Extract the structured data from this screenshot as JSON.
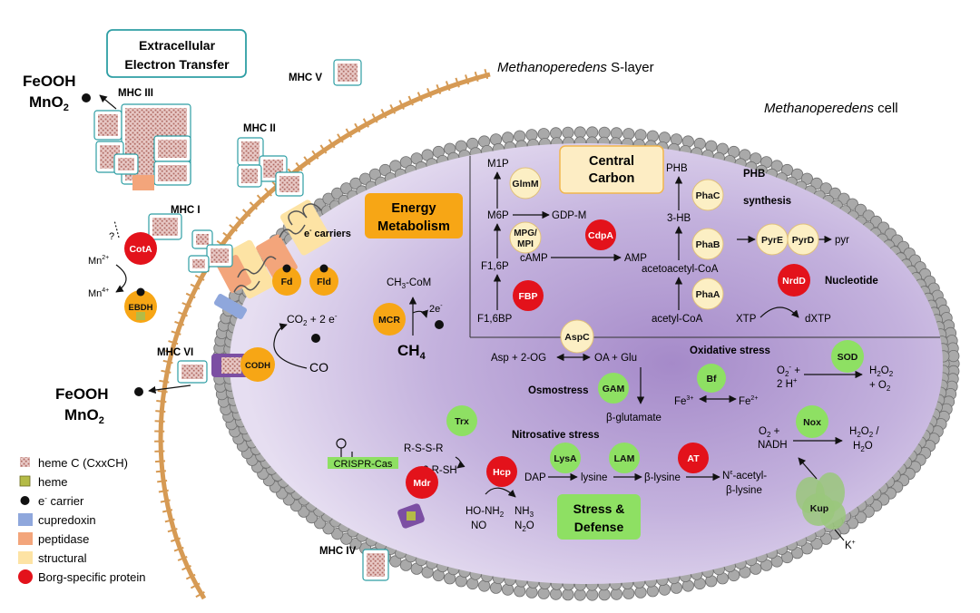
{
  "labels": {
    "eet_title_line1": "Extracellular",
    "eet_title_line2": "Electron Transfer",
    "slayer_italic": "Methanoperedens",
    "slayer_suffix": " S-layer",
    "cell_italic": "Methanoperedens",
    "cell_suffix": " cell",
    "feooh": "FeOOH",
    "mno2": "MnO",
    "mno2_sub": "2",
    "mhc1": "MHC I",
    "mhc2": "MHC II",
    "mhc3": "MHC III",
    "mhc4": "MHC IV",
    "mhc5": "MHC V",
    "mhc6": "MHC VI",
    "question": "?",
    "mn2": "Mn",
    "mn2_sup": "2+",
    "mn4": "Mn",
    "mn4_sup": "4+",
    "energy_title_line1": "Energy",
    "energy_title_line2": "Metabolism",
    "e_carriers": "e",
    "e_carriers_suffix": " carriers",
    "ch3com": "CH",
    "ch3com_rest": "-CoM",
    "ch4": "CH",
    "two_e": "2e",
    "co2_2e": "CO",
    "co2_2e_rest": " + 2 e",
    "co": "CO",
    "central_carbon_line1": "Central",
    "central_carbon_line2": "Carbon",
    "m1p": "M1P",
    "m6p": "M6P",
    "gdp_m": "GDP-M",
    "camp": "cAMP",
    "amp": "AMP",
    "f16p": "F1,6P",
    "f16bp": "F1,6BP",
    "phb": "PHB",
    "phb_synthesis_line1": "PHB",
    "phb_synthesis_line2": "synthesis",
    "three_hb": "3-HB",
    "acetoacetyl_coa": "acetoacetyl-CoA",
    "acetyl_coa": "acetyl-CoA",
    "pyr": "pyr",
    "nucleotide": "Nucleotide",
    "xtp": "XTP",
    "dxtp": "dXTP",
    "asp_2og": "Asp + 2-OG",
    "oa_glu": "OA + Glu",
    "oxidative_stress": "Oxidative stress",
    "o2_2h_line1": "O",
    "o2_2h_line2": "2 H",
    "h2o2_o2_line1": "H",
    "h2o2_o2_line2": "+ O",
    "osmostress": "Osmostress",
    "beta_glutamate": "β-glutamate",
    "fe3": "Fe",
    "fe2": "Fe",
    "nitrosative_stress": "Nitrosative stress",
    "rssr": "R-S-S-R",
    "two_rsh": "2 R-SH",
    "dap": "DAP",
    "lysine": "lysine",
    "beta_lysine": "β-lysine",
    "acetyl_beta_lysine_line1": "N",
    "acetyl_beta_lysine_line1_rest": "-acetyl-",
    "acetyl_beta_lysine_line2": "β-lysine",
    "ho_nh2": "HO-NH",
    "no": "NO",
    "nh3": "NH",
    "n2o": "N",
    "o2_nadh_line1": "O",
    "o2_nadh_line2": "NADH",
    "h2o2_h2o_line1": "H",
    "h2o2_h2o_line2": "H",
    "k_plus": "K",
    "stress_defense_line1": "Stress &",
    "stress_defense_line2": "Defense"
  },
  "enzymes": {
    "glmm": "GlmM",
    "mpg_mpi_line1": "MPG/",
    "mpg_mpi_line2": "MPI",
    "cdpa": "CdpA",
    "fbp": "FBP",
    "phac": "PhaC",
    "phab": "PhaB",
    "phaa": "PhaA",
    "pyre": "PyrE",
    "pyrd": "PyrD",
    "nrdd": "NrdD",
    "fd": "Fd",
    "fld": "Fld",
    "mcr": "MCR",
    "codh": "CODH",
    "cota": "CotA",
    "ebdh": "EBDH",
    "aspc": "AspC",
    "sod": "SOD",
    "bf": "Bf",
    "gam": "GAM",
    "trx": "Trx",
    "hcp": "Hcp",
    "lysa": "LysA",
    "lam": "LAM",
    "at": "AT",
    "nox": "Nox",
    "mdr": "Mdr",
    "kup": "Kup",
    "crispr": "CRISPR-Cas"
  },
  "legend": [
    {
      "label": "heme C (CxxCH)",
      "symbol": "heme-c"
    },
    {
      "label": "heme",
      "symbol": "heme"
    },
    {
      "label": "e carrier",
      "symbol": "e-carrier"
    },
    {
      "label": "cupredoxin",
      "symbol": "cupredoxin"
    },
    {
      "label": "peptidase",
      "symbol": "peptidase"
    },
    {
      "label": "structural",
      "symbol": "structural"
    },
    {
      "label": "Borg-specific protein",
      "symbol": "borg"
    }
  ],
  "colors": {
    "cell_fill": "#d9cdea",
    "cell_center": "#a58ac9",
    "membrane_bead": "#9a9a9a",
    "borg_red": "#e3121b",
    "metabolite_yellow": "#fcefc4",
    "green_enzyme": "#8ee063",
    "orange_box": "#f7a615",
    "central_box": "#fdedc4",
    "teal_box": "#2e9ea4",
    "heme_pink": "#c98a84",
    "heme_green": "#7c8a2b",
    "slayer": "#d69a54",
    "cupredoxin": "#8fa7dc",
    "peptidase": "#f3a57b",
    "structural": "#fde3a4",
    "purple_complex": "#7c4fa3",
    "kup_green": "#9ac77b"
  }
}
